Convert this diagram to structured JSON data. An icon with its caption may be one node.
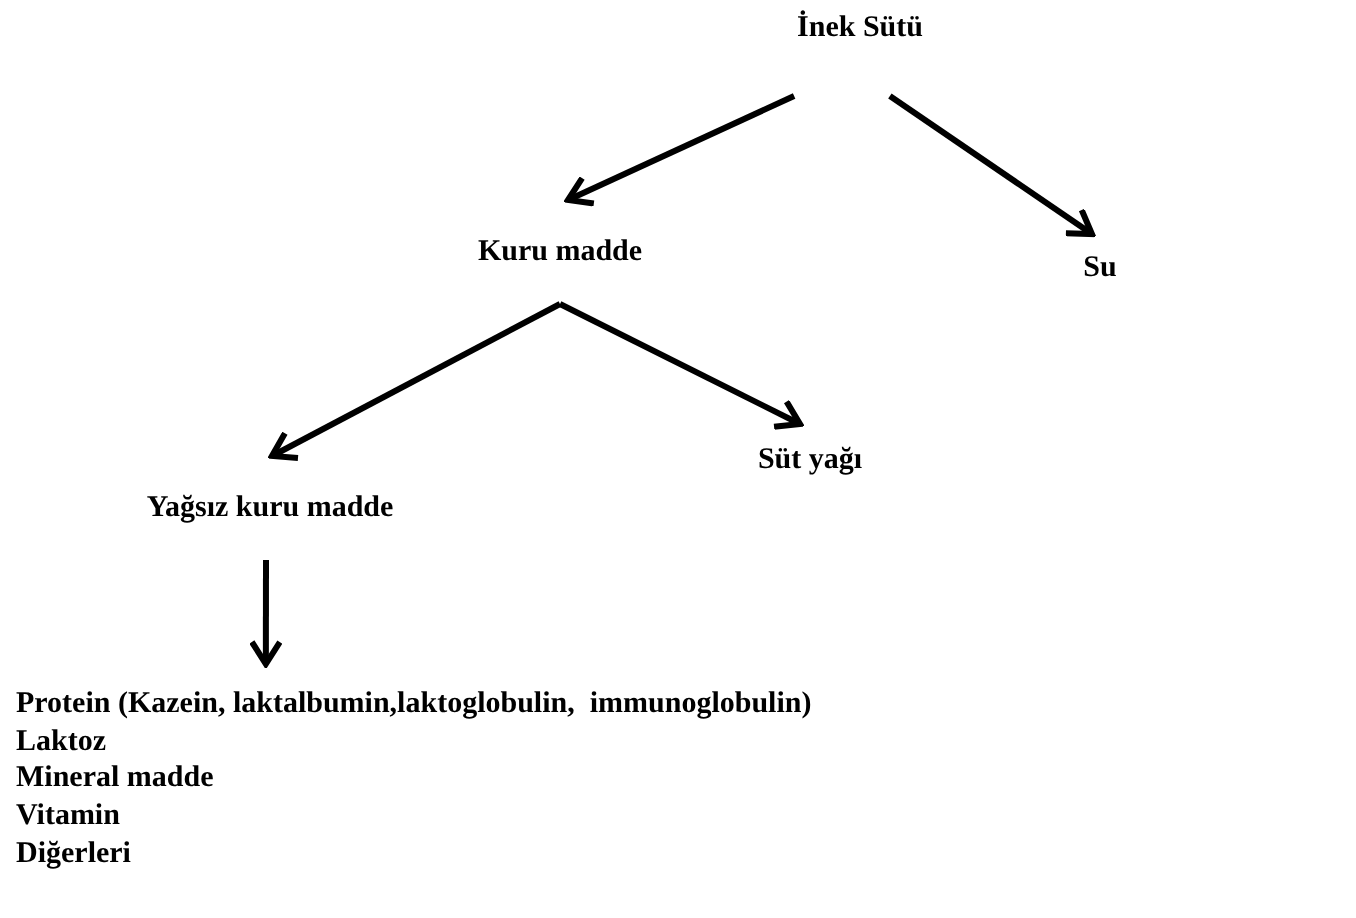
{
  "diagram": {
    "nodes": [
      {
        "text": [
          "İnek Sütü"
        ]
      },
      {
        "text": [
          "Kuru madde"
        ]
      },
      {
        "text": [
          "Su"
        ]
      },
      {
        "text": [
          "Yağsız kuru madde"
        ]
      },
      {
        "text": [
          "Süt yağı"
        ]
      },
      {
        "text": [
          "Protein (Kazein, laktalbumin,laktoglobulin,  immunoglobulin)",
          "Laktoz",
          "Mineral madde",
          "Vitamin",
          "Diğerleri"
        ]
      }
    ],
    "edges": [
      {
        "from": 0,
        "to": 1,
        "arrow": "to"
      },
      {
        "from": 0,
        "to": 2,
        "arrow": "to"
      },
      {
        "from": 1,
        "to": 3,
        "arrow": "to"
      },
      {
        "from": 1,
        "to": 4,
        "arrow": "to"
      },
      {
        "from": 3,
        "to": 5,
        "arrow": "to"
      }
    ]
  }
}
